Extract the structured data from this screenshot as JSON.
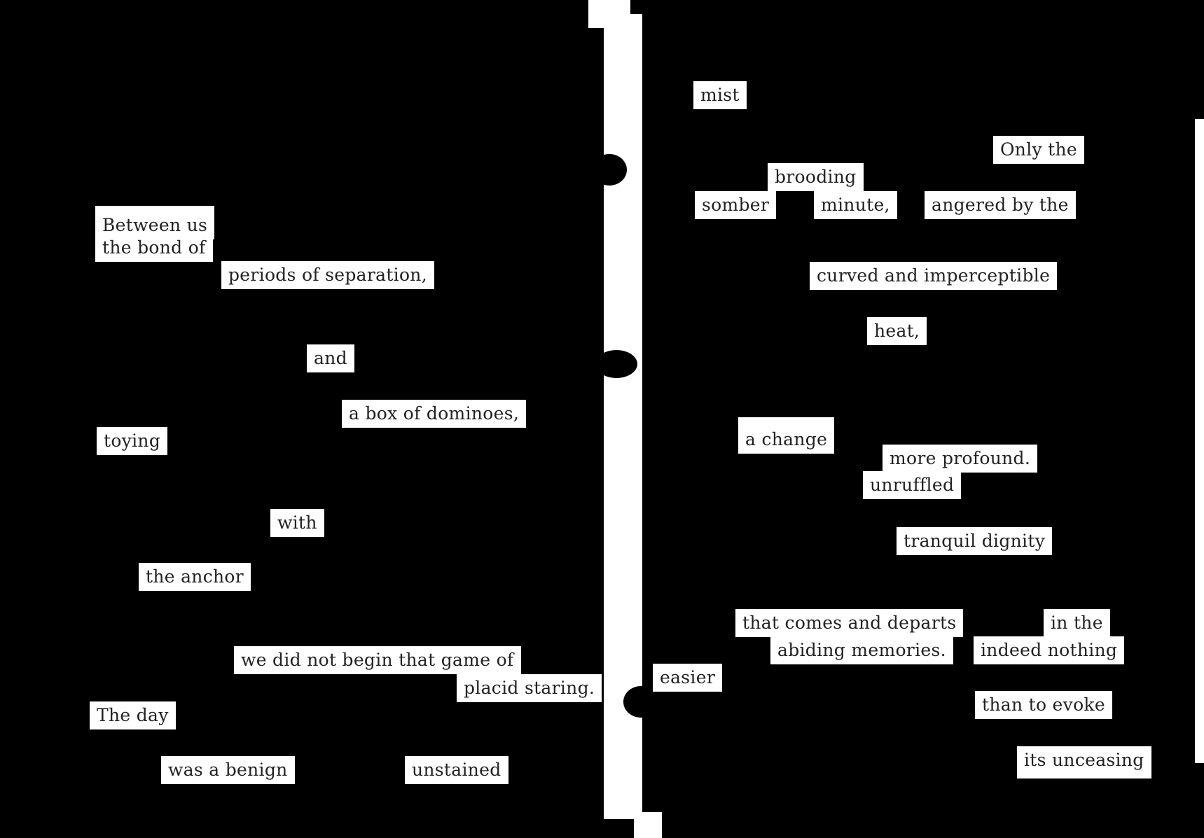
{
  "left_page": [
    "Between us",
    "the bond of",
    "periods of separation,",
    "and",
    "a box of dominoes,",
    "toying",
    "with",
    "the anchor",
    "we did not begin that game of",
    "placid staring.",
    "The day",
    "was a benign",
    "unstained"
  ],
  "right_page": [
    "mist",
    "Only the",
    "brooding",
    "somber",
    "minute,",
    "angered by the",
    "curved and imperceptible",
    "heat,",
    "a change",
    "more profound.",
    "unruffled",
    "tranquil dignity",
    "that comes and departs",
    "in the",
    "abiding memories.",
    "indeed nothing",
    "easier",
    "than to evoke",
    "its unceasing"
  ]
}
